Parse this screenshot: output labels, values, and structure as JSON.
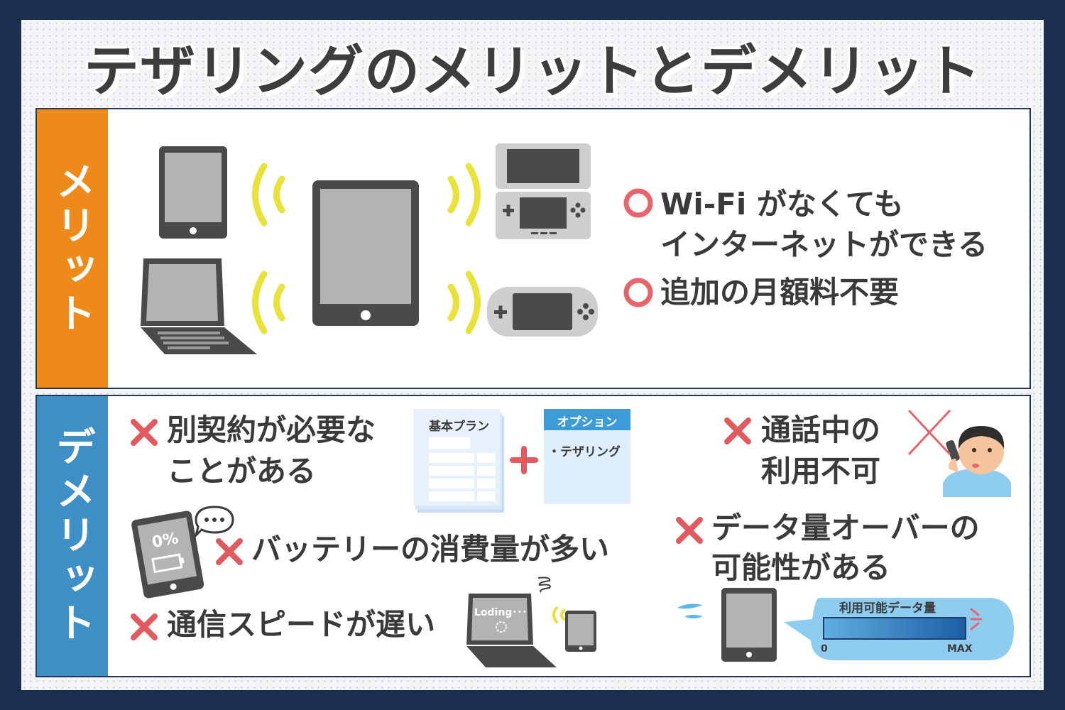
{
  "title": "テザリングのメリットとデメリット",
  "merit": {
    "label": "メリット",
    "points": [
      {
        "line1": "Wi-Fi がなくても",
        "line2": "インターネットができる"
      },
      {
        "line1": "追加の月額料不要"
      }
    ]
  },
  "demerit": {
    "label": "デメリット",
    "contract": {
      "line1": "別契約が必要な",
      "line2": "ことがある"
    },
    "plan_doc": "基本プラン",
    "option_doc": {
      "title": "オプション",
      "item": "・テザリング"
    },
    "battery": {
      "text": "バッテリーの消費量が多い",
      "screen": "0%"
    },
    "speed": {
      "text": "通信スピードが遅い",
      "laptop_screen": "Loding･･･"
    },
    "call": {
      "line1": "通話中の",
      "line2": "利用不可"
    },
    "data": {
      "line1": "データ量オーバーの",
      "line2": "可能性がある"
    },
    "data_meter": {
      "label": "利用可能データ量",
      "min": "0",
      "max": "MAX",
      "level": 1.0
    }
  },
  "colors": {
    "navy": "#1c2e4e",
    "orange": "#ee8a1a",
    "blue": "#3d8fc6",
    "circle": "#e8636a",
    "cross": "#e35a5e",
    "wave": "#e8e23a",
    "device": "#4a4a4a"
  },
  "icons": [
    "circle-mark-icon",
    "cross-mark-icon",
    "tablet-icon",
    "laptop-icon",
    "game-console-icon",
    "handheld-console-icon",
    "signal-wave-icon",
    "speech-bubble-icon",
    "person-on-phone-icon",
    "water-drop-icon"
  ]
}
